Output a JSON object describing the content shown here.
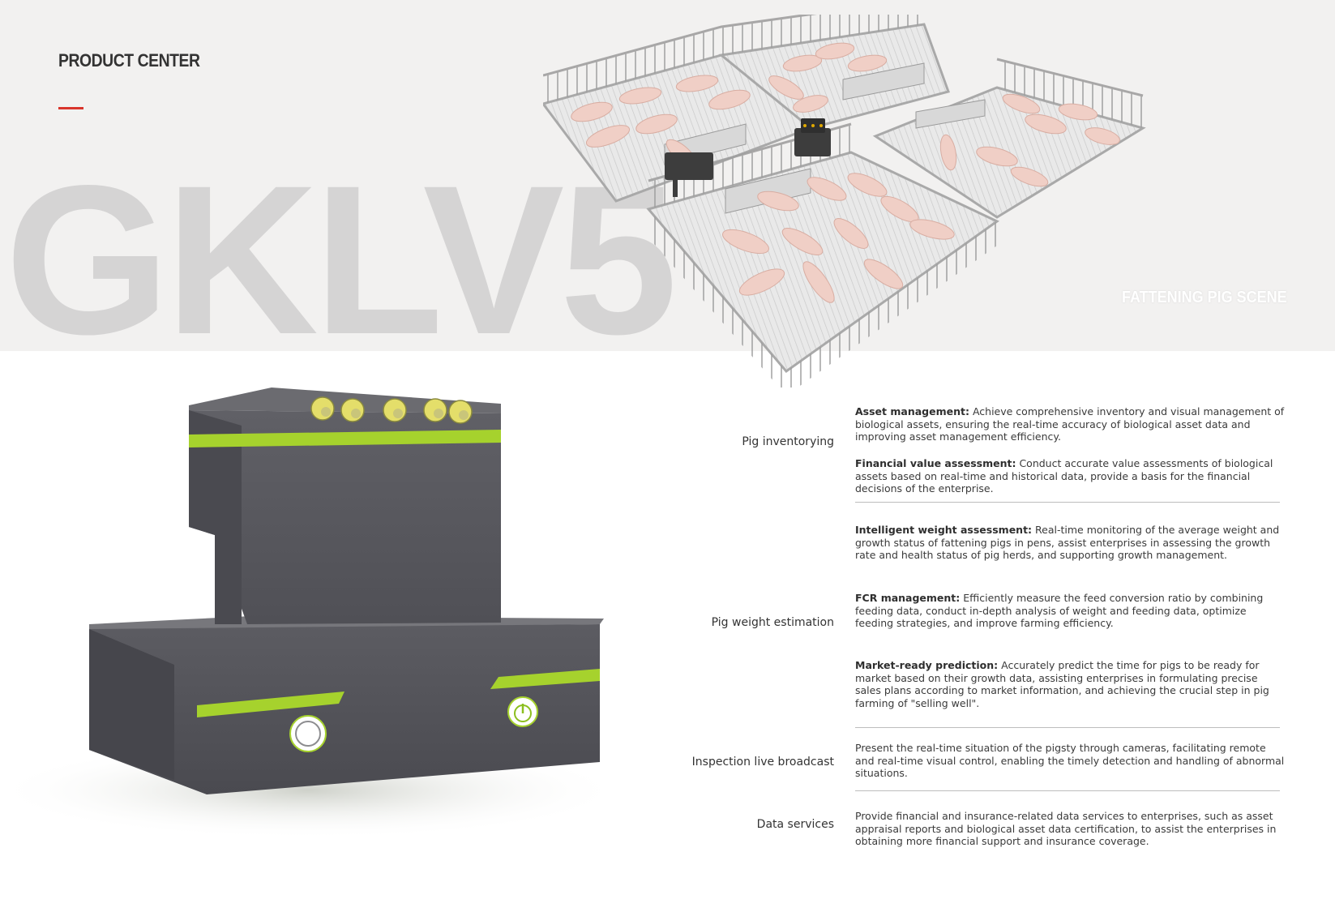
{
  "header": {
    "title": "PRODUCT CENTER",
    "accent_color": "#d9352b"
  },
  "hero": {
    "model": "GKLV5",
    "scene_label": "FATTENING PIG SCENE"
  },
  "colors": {
    "device_body": "#55555b",
    "device_stripe": "#a6d22d",
    "watermark": "#d5d4d4"
  },
  "sections": [
    {
      "category": "Pig inventorying",
      "items": [
        {
          "title": "Asset management:",
          "text": "Achieve comprehensive inventory and visual management of biological assets, ensuring the real-time accuracy of biological asset data and improving asset management efficiency."
        },
        {
          "title": "Financial value assessment:",
          "text": "Conduct accurate value assessments of biological assets based on real-time and historical data, provide a basis for the financial decisions of the enterprise."
        }
      ]
    },
    {
      "category": "Pig weight estimation",
      "items": [
        {
          "title": "Intelligent weight assessment:",
          "text": "Real-time monitoring of the average weight and growth status of fattening pigs in pens, assist enterprises in assessing the growth rate and health status of pig herds, and supporting growth management."
        },
        {
          "title": "FCR management:",
          "text": "Efficiently measure the feed conversion ratio by combining feeding data, conduct in-depth analysis of weight and feeding data, optimize feeding strategies, and improve farming efficiency."
        },
        {
          "title": "Market-ready prediction:",
          "text": "Accurately predict the time for pigs to be ready for market based on their growth data, assisting enterprises in formulating precise sales plans according to market information, and achieving the crucial step in pig farming of \"selling well\"."
        }
      ]
    },
    {
      "category": "Inspection live broadcast",
      "items": [
        {
          "title": "",
          "text": "Present the real-time situation of the pigsty through cameras, facilitating remote and real-time visual control, enabling the timely detection and handling of abnormal situations."
        }
      ]
    },
    {
      "category": "Data services",
      "items": [
        {
          "title": "",
          "text": "Provide financial and insurance-related data services to enterprises, such as asset appraisal reports and biological asset data certification, to assist the enterprises in obtaining more financial support and insurance coverage."
        }
      ]
    }
  ]
}
